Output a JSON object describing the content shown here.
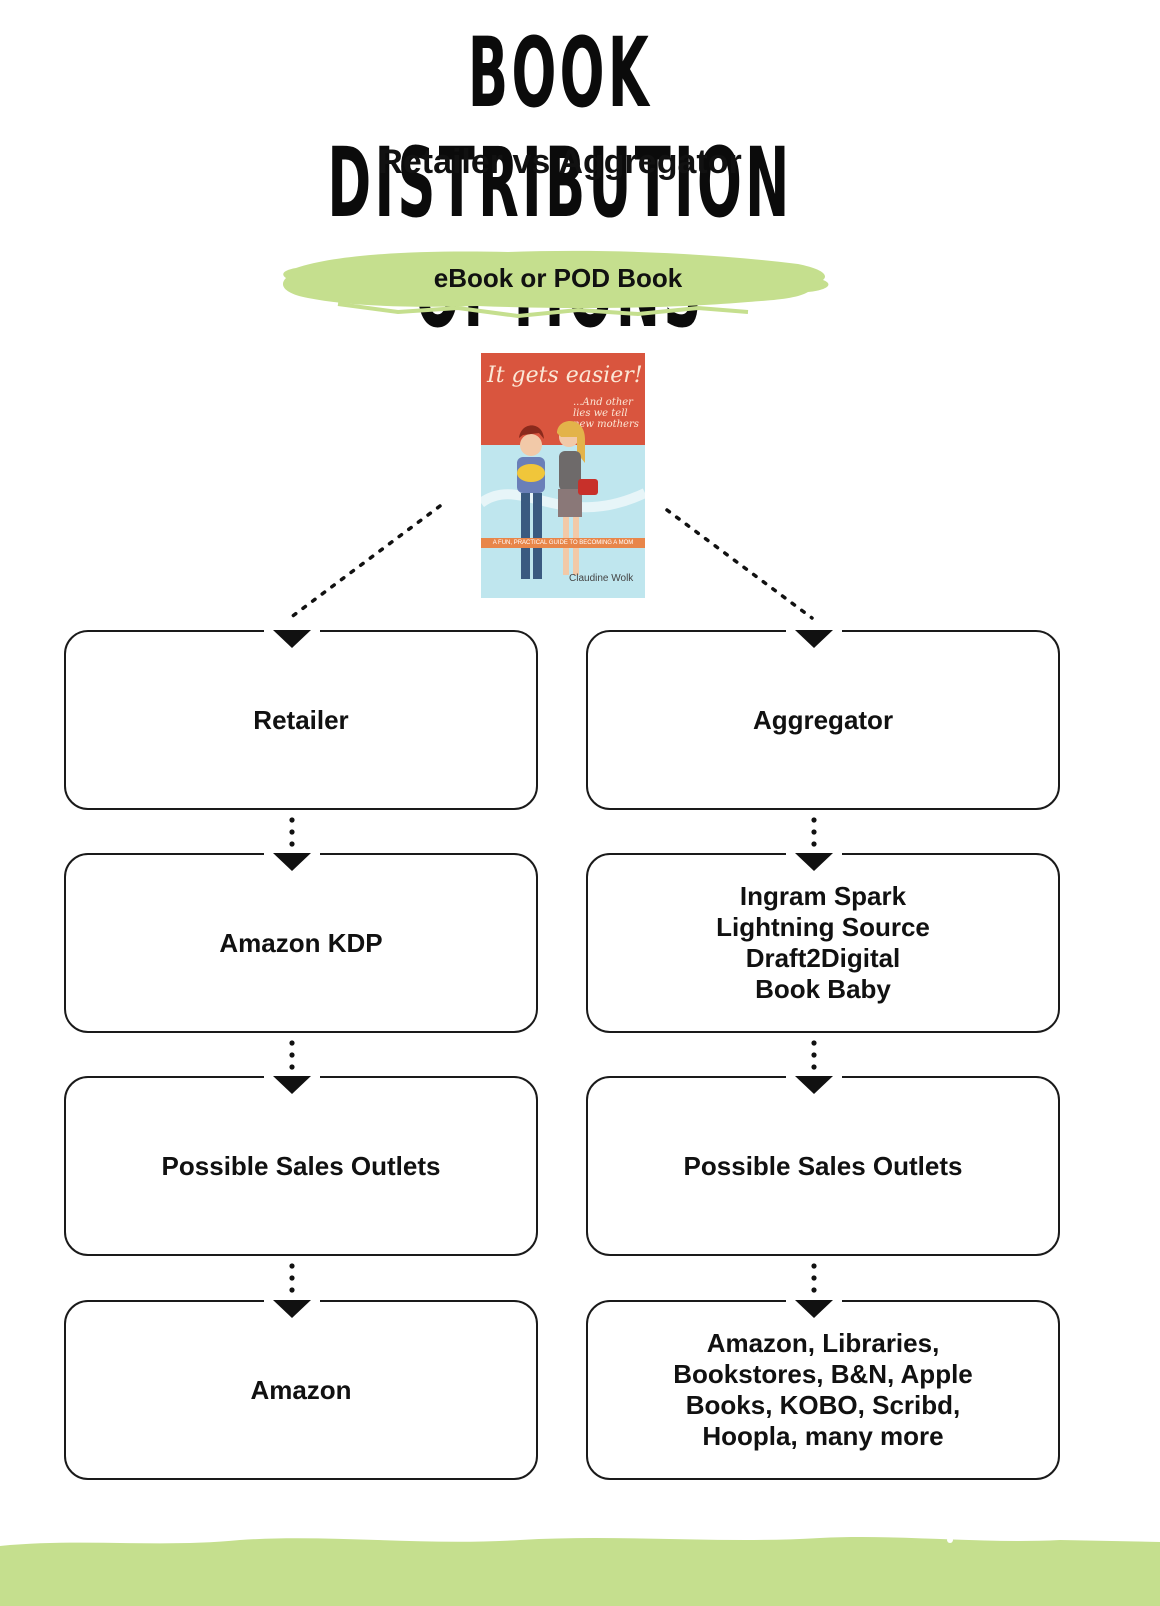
{
  "title": "BOOK DISTRIBUTION OPTIONS",
  "subtitle": "Retailer vs Aggregator",
  "format_label": "eBook or POD Book",
  "book_cover": {
    "title": "It gets easier!",
    "subtitle": "...And other lies we tell new mothers",
    "tagline": "A FUN, PRACTICAL GUIDE TO BECOMING A MOM",
    "author": "Claudine Wolk"
  },
  "colors": {
    "accent_green": "#c5df8e",
    "border": "#1a1a1a",
    "text": "#111111"
  },
  "left_column": {
    "nodes": [
      {
        "label": "Retailer"
      },
      {
        "label": "Amazon KDP"
      },
      {
        "label": "Possible Sales Outlets"
      },
      {
        "label": "Amazon"
      }
    ]
  },
  "right_column": {
    "nodes": [
      {
        "label": "Aggregator"
      },
      {
        "label": "Ingram Spark\nLightning Source\nDraft2Digital\nBook Baby"
      },
      {
        "label": "Possible Sales Outlets"
      },
      {
        "label": "Amazon, Libraries,\nBookstores, B&N, Apple\nBooks, KOBO, Scribd,\nHoopla, many more"
      }
    ]
  }
}
